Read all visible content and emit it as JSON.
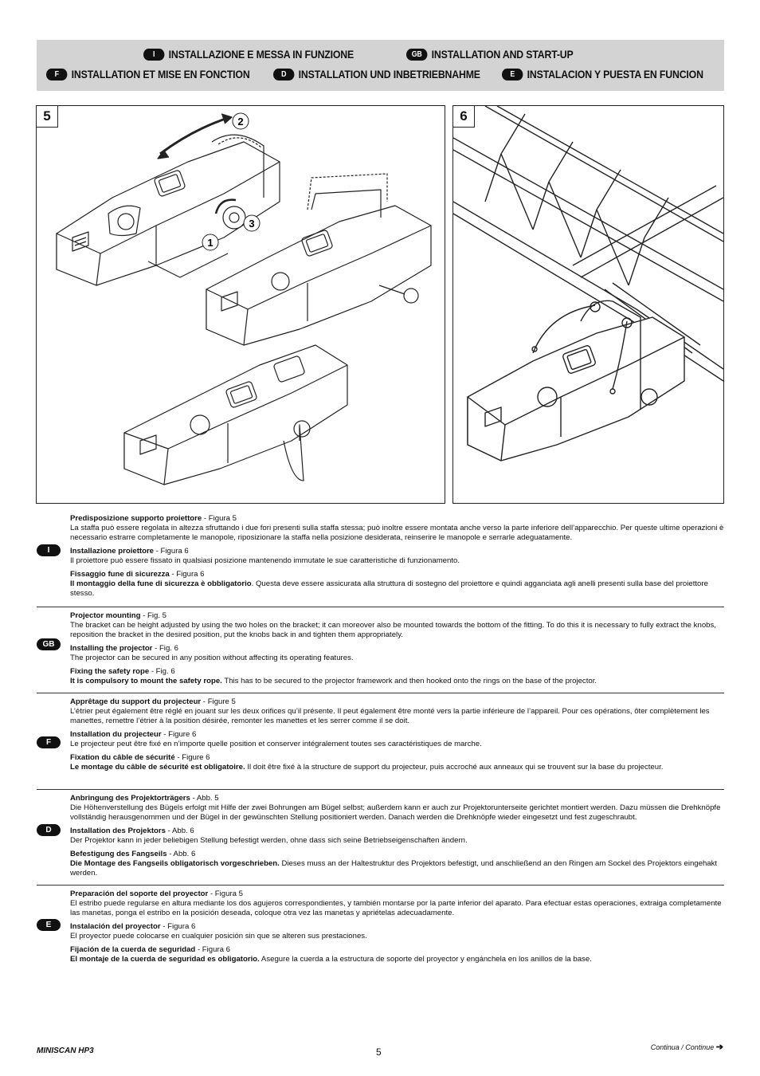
{
  "header": {
    "row1": [
      {
        "badge": "I",
        "title": "INSTALLAZIONE E MESSA IN FUNZIONE"
      },
      {
        "badge": "GB",
        "title": "INSTALLATION AND START-UP"
      }
    ],
    "row2": [
      {
        "badge": "F",
        "title": "INSTALLATION ET MISE EN FONCTION"
      },
      {
        "badge": "D",
        "title": "INSTALLATION UND INBETRIEBNAHME"
      },
      {
        "badge": "E",
        "title": "INSTALACION Y PUESTA EN FUNCION"
      }
    ]
  },
  "figures": {
    "fig5": {
      "number": "5",
      "callouts": [
        "1",
        "2",
        "3"
      ]
    },
    "fig6": {
      "number": "6"
    }
  },
  "sections": [
    {
      "lang": "I",
      "items": [
        {
          "title": "Predisposizione supporto proiettore",
          "ref": " - Figura 5",
          "bold_lead": "",
          "body": "La staffa può essere regolata in altezza sfruttando i due fori presenti sulla staffa stessa; può inoltre essere montata anche verso la parte inferiore dell’apparecchio. Per queste ultime operazioni è necessario estrarre completamente le manopole, riposizionare la staffa nella posizione desiderata, reinserire le manopole e serrarle adeguatamente."
        },
        {
          "title": "Installazione proiettore",
          "ref": " - Figura 6",
          "bold_lead": "",
          "body": "Il proiettore può essere fissato in qualsiasi posizione mantenendo immutate le sue caratteristiche di funzionamento."
        },
        {
          "title": "Fissaggio fune di sicurezza",
          "ref": " - Figura 6",
          "bold_lead": "Il montaggio della fune di sicurezza è obbligatorio",
          "body": ". Questa deve essere assicurata alla struttura di sostegno del proiettore e quindi agganciata agli anelli presenti sulla base del proiettore stesso."
        }
      ]
    },
    {
      "lang": "GB",
      "items": [
        {
          "title": "Projector mounting",
          "ref": " - Fig. 5",
          "bold_lead": "",
          "body": "The bracket can be height adjusted by using the two holes on the bracket; it can moreover also be mounted towards the bottom of the fitting. To do this it is necessary to fully extract the knobs, reposition the bracket in the desired position, put the knobs back in and tighten them appropriately."
        },
        {
          "title": "Installing the projector",
          "ref": " - Fig. 6",
          "bold_lead": "",
          "body": "The projector can be secured in any position without affecting its operating features."
        },
        {
          "title": "Fixing the safety rope",
          "ref": " - Fig. 6",
          "bold_lead": "It is compulsory to mount the safety rope.",
          "body": " This has to be secured to the projector framework and then hooked onto the rings on the base of the projector."
        }
      ]
    },
    {
      "lang": "F",
      "items": [
        {
          "title": "Apprêtage du support du projecteur",
          "ref": " - Figure 5",
          "bold_lead": "",
          "body": "L’étrier peut également être réglé en jouant sur les deux orifices qu’il présente. Il peut également être monté vers la partie inférieure de l’appareil. Pour ces opérations, ôter complètement les manettes, remettre l’étrier à la position désirée, remonter les manettes et les serrer comme il se doit."
        },
        {
          "title": "Installation du projecteur",
          "ref": " - Figure 6",
          "bold_lead": "",
          "body": "Le projecteur peut être fixé en n’importe quelle position et conserver intégralement toutes ses caractéristiques de marche."
        },
        {
          "title": "Fixation du câble de sécurité",
          "ref": " - Figure 6",
          "bold_lead": "Le montage du câble de sécurité est obligatoire.",
          "body": " Il doit être fixé à la structure de support du projecteur, puis accroché aux anneaux qui se trouvent sur la base du projecteur."
        }
      ]
    },
    {
      "lang": "D",
      "items": [
        {
          "title": "Anbringung des Projektorträgers",
          "ref": " - Abb. 5",
          "bold_lead": "",
          "body": "Die Höhenverstellung des Bügels erfolgt mit Hilfe der zwei Bohrungen am Bügel selbst; außerdem kann er auch zur Projektorunterseite gerichtet montiert werden. Dazu müssen die Drehknöpfe vollständig herausgenommen und der Bügel in der gewünschten Stellung positioniert werden. Danach werden die Drehknöpfe wieder eingesetzt und fest zugeschraubt."
        },
        {
          "title": "Installation des Projektors",
          "ref": " - Abb. 6",
          "bold_lead": "",
          "body": "Der Projektor kann in jeder beliebigen Stellung befestigt werden, ohne dass sich seine Betriebseigenschaften ändern."
        },
        {
          "title": "Befestigung des Fangseils",
          "ref": " - Abb. 6",
          "bold_lead": "Die Montage des Fangseils obligatorisch vorgeschrieben.",
          "body": " Dieses muss an der Haltestruktur des Projektors befestigt, und anschließend an den Ringen am Sockel des Projektors eingehakt werden."
        }
      ]
    },
    {
      "lang": "E",
      "items": [
        {
          "title": "Preparación del soporte del proyector",
          "ref": " - Figura 5",
          "bold_lead": "",
          "body": "El estribo puede regularse en altura mediante los dos agujeros correspondientes, y también montarse por la parte inferior del aparato. Para efectuar estas operaciones, extraiga completamente las manetas, ponga el estribo en la posición deseada, coloque otra vez las manetas y apriételas adecuadamente."
        },
        {
          "title": "Instalación del proyector",
          "ref": " - Figura 6",
          "bold_lead": "",
          "body": "El proyector puede colocarse en cualquier posición sin que se alteren sus prestaciones."
        },
        {
          "title": "Fijación de la cuerda de seguridad",
          "ref": " - Figura 6",
          "bold_lead": "El montaje de la cuerda de seguridad es obligatorio.",
          "body": " Asegure la cuerda a la estructura de soporte del proyector y engánchela en los anillos de la base."
        }
      ]
    }
  ],
  "footer": {
    "model": "MINISCAN HP3",
    "page": "5",
    "continue": "Continua / Continue",
    "arrow": "➔"
  }
}
